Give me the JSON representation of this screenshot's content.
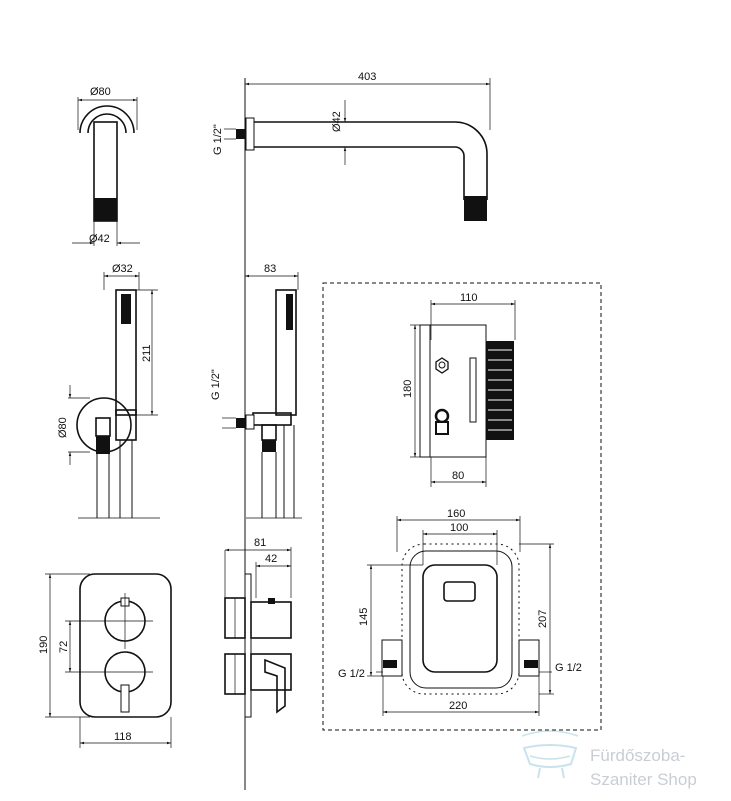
{
  "spout_top": {
    "diameter_outer": "Ø80",
    "diameter_inner": "Ø42"
  },
  "spout_side": {
    "length": "403",
    "diameter": "Ø42",
    "thread": "G 1/2\""
  },
  "handshower_front": {
    "diameter_head": "Ø32",
    "height": "211",
    "diameter_holder": "Ø80"
  },
  "handshower_side": {
    "depth": "83",
    "thread": "G 1/2\""
  },
  "mixer_front": {
    "height": "190",
    "spacing": "72",
    "width": "118"
  },
  "mixer_side": {
    "depth_total": "81",
    "depth_rosette": "42"
  },
  "box_side": {
    "width": "110",
    "height": "180",
    "depth": "80"
  },
  "box_front": {
    "outer_width": "160",
    "inner_width": "100",
    "height_left": "145",
    "height_right": "207",
    "thread_left": "G 1/2",
    "thread_right": "G 1/2",
    "bottom_width": "220"
  },
  "watermark": {
    "line1": "Fürdőszoba-",
    "line2": "Szaniter Shop"
  }
}
